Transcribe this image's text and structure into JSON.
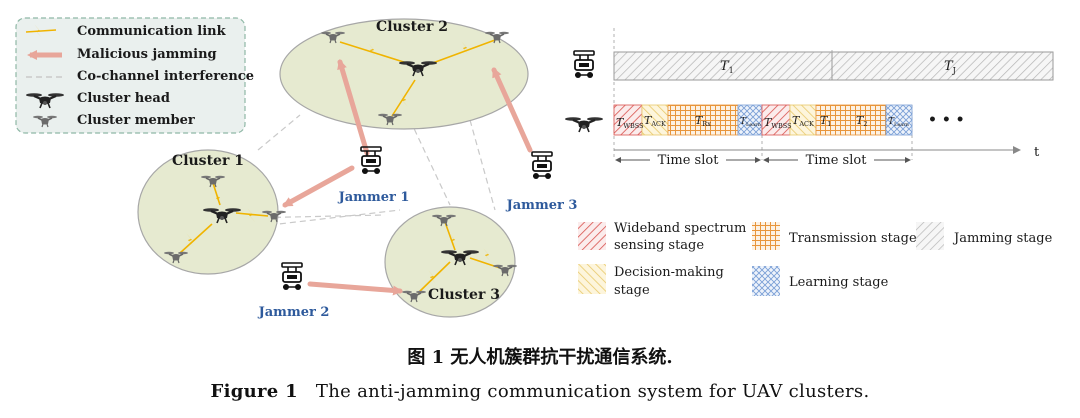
{
  "legend": {
    "communication_link": "Communication link",
    "malicious_jamming": "Malicious jamming",
    "co_channel": "Co-channel interference",
    "cluster_head": "Cluster head",
    "cluster_member": "Cluster member"
  },
  "clusters": {
    "c1": "Cluster 1",
    "c2": "Cluster 2",
    "c3": "Cluster 3"
  },
  "jammers": {
    "j1": "Jammer 1",
    "j2": "Jammer 2",
    "j3": "Jammer 3"
  },
  "timeline": {
    "jammer_row": {
      "t1": "T",
      "t1_sub": "1",
      "tj": "T",
      "tj_sub": "J"
    },
    "uav_row": {
      "twbss": "T",
      "twbss_sub": "WBSS",
      "tack": "T",
      "tack_sub": "ACK",
      "trx": "T",
      "trx_sub": "Rx",
      "tlearn": "T",
      "tlearn_sub": "Learn",
      "t1": "T",
      "t1_sub": "1",
      "t2": "T",
      "t2_sub": "2",
      "dots": "• • •"
    },
    "time_slot": "Time slot",
    "t_axis": "t"
  },
  "stage_legend": {
    "wbss": [
      "Wideband spectrum",
      "sensing stage"
    ],
    "transmission": "Transmission stage",
    "jamming": "Jamming stage",
    "decision": [
      "Decision-making",
      "stage"
    ],
    "learning": "Learning stage"
  },
  "caption": {
    "zh": "图 1   无人机簇群抗干扰通信系统.",
    "en_label": "Figure 1",
    "en_text": "The anti-jamming communication system for UAV clusters."
  },
  "colors": {
    "cluster_fill": "#e6ead0",
    "jamming_arrow": "#e8a69a",
    "link": "#f0b400",
    "wbss": "#d9534f",
    "transmission": "#e8953a",
    "jamming": "#b5b5b5",
    "decision": "#e8c96a",
    "learning": "#7a9fd6",
    "jammer_label": "#2e5a9c"
  }
}
